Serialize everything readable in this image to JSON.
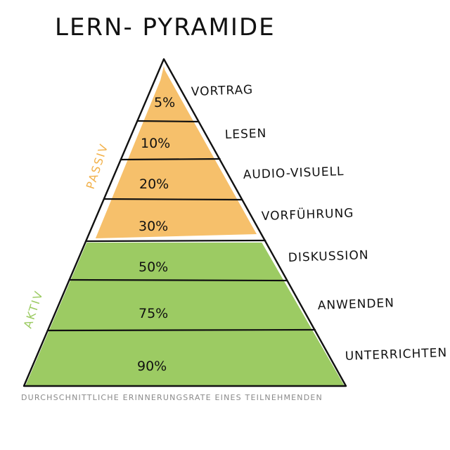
{
  "title": "LERN- PYRAMIDE",
  "colors": {
    "passive_fill": "#f6c06b",
    "active_fill": "#9ccb63",
    "passive_label": "#f2b14a",
    "active_label": "#9ccb63",
    "outline": "#111111",
    "caption": "#8a8a8a"
  },
  "groups": {
    "passive": "PASSIV",
    "active": "AKTIV"
  },
  "levels": [
    {
      "percent": "5%",
      "label": "VORTRAG",
      "group": "passive"
    },
    {
      "percent": "10%",
      "label": "LESEN",
      "group": "passive"
    },
    {
      "percent": "20%",
      "label": "AUDIO-VISUELL",
      "group": "passive"
    },
    {
      "percent": "30%",
      "label": "VORFÜHRUNG",
      "group": "passive"
    },
    {
      "percent": "50%",
      "label": "DISKUSSION",
      "group": "active"
    },
    {
      "percent": "75%",
      "label": "ANWENDEN",
      "group": "active"
    },
    {
      "percent": "90%",
      "label": "UNTERRICHTEN",
      "group": "active"
    }
  ],
  "caption": "DURCHSCHNITTLICHE ERINNERUNGSRATE EINES TEILNEHMENDEN"
}
